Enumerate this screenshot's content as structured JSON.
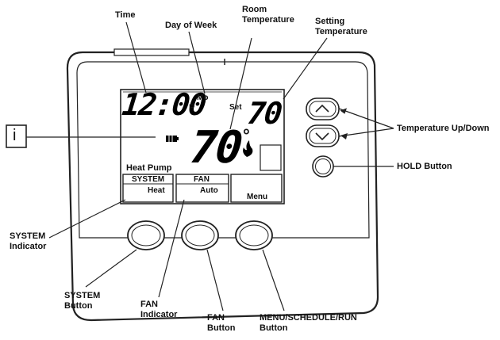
{
  "callouts": {
    "time": "Time",
    "day_of_week": "Day of Week",
    "room_temperature": "Room\nTemperature",
    "setting_temperature": "Setting\nTemperature",
    "temperature_up_down": "Temperature Up/Down",
    "hold_button": "HOLD Button",
    "system_indicator": "SYSTEM\nIndicator",
    "system_button": "SYSTEM\nButton",
    "fan_indicator": "FAN\nIndicator",
    "fan_button": "FAN\nButton",
    "menu_button": "MENU/SCHEDULE/RUN\nButton",
    "info_box": "i"
  },
  "display": {
    "clock": "12:00",
    "pm_indicator": "P",
    "day": "Mo",
    "set_label": "Set",
    "set_temp": "70",
    "room_temp": "70",
    "degree": "°",
    "heat_pump": "Heat Pump",
    "system_header": "SYSTEM",
    "system_value": "Heat",
    "fan_header": "FAN",
    "fan_value": "Auto",
    "menu": "Menu"
  },
  "icons": {
    "battery": "battery-icon",
    "flame": "flame-icon",
    "up": "chevron-up-icon",
    "down": "chevron-down-icon"
  }
}
